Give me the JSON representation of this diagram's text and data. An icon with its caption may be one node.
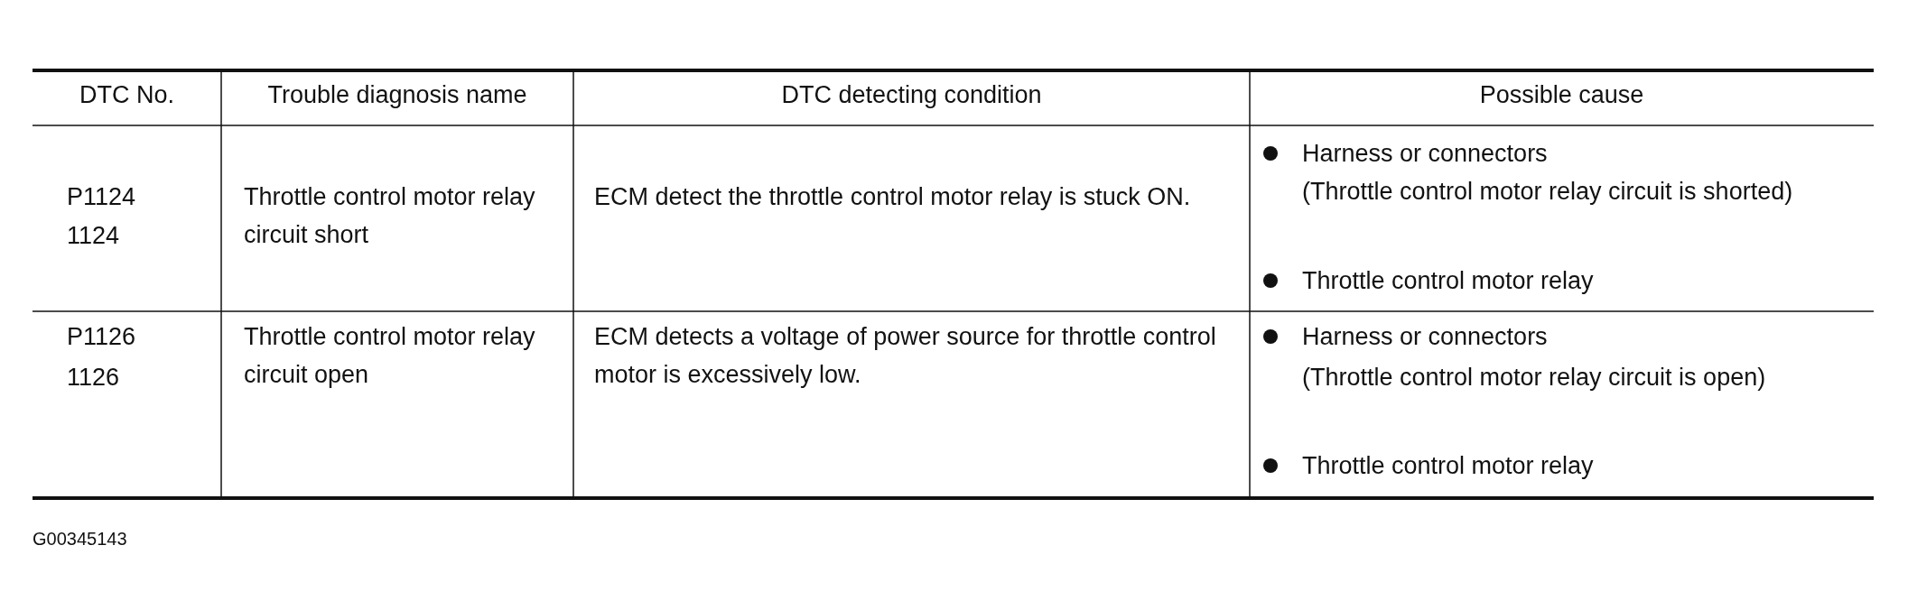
{
  "diagram": {
    "labels": [
      "DTC No.",
      "Trouble diagnosis name",
      "DTC detecting condition",
      "Possible cause",
      "P1124",
      "1124",
      "Throttle control motor relay circuit short",
      "ECM detect the throttle control motor relay is stuck ON.",
      "Harness or connectors",
      "(Throttle control motor relay circuit is shorted)",
      "Throttle control motor relay",
      "P1126",
      "1126",
      "Throttle control motor relay circuit open",
      "ECM detects a voltage of power source for throttle control motor is excessively low.",
      "Harness or connectors",
      "(Throttle control motor relay circuit is open)",
      "Throttle control motor relay",
      "G00345143"
    ]
  }
}
